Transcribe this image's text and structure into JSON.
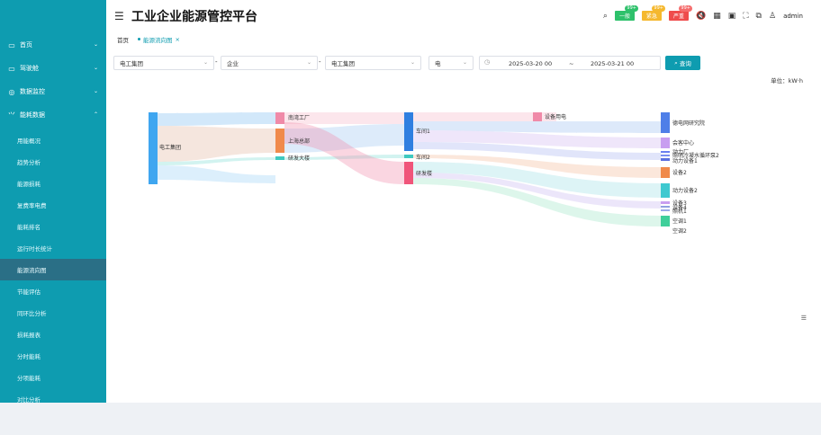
{
  "header": {
    "title": "工业企业能源管控平台",
    "user": "admin",
    "badges": [
      {
        "label": "一般",
        "count": "99+",
        "color": "#2ec16b"
      },
      {
        "label": "紧急",
        "count": "99+",
        "color": "#f5b82e"
      },
      {
        "label": "严重",
        "count": "99+",
        "color": "#ef4b4b"
      }
    ],
    "icons": [
      "search-icon",
      "mute-icon",
      "grid-icon",
      "image-icon",
      "fullscreen-icon",
      "translate-icon",
      "shirt-icon"
    ]
  },
  "tabs": {
    "home": "首页",
    "current": "能源流向图",
    "close": "×"
  },
  "sidebar": {
    "top_items": [
      {
        "label": "首页",
        "icon": "monitor-icon"
      },
      {
        "label": "驾驶舱",
        "icon": "screen-icon"
      },
      {
        "label": "数据监控",
        "icon": "target-icon"
      },
      {
        "label": "能耗数据",
        "icon": "chart-icon"
      }
    ],
    "sub_items": [
      "用能概况",
      "趋势分析",
      "能源损耗",
      "复费率电费",
      "能耗排名",
      "运行时长统计",
      "能源流向图",
      "节能评估",
      "同环比分析",
      "损耗报表",
      "分时能耗",
      "分项能耗",
      "对比分析"
    ]
  },
  "filters": {
    "group": "电工集团",
    "type": "企业",
    "unit": "电工集团",
    "energy": "电",
    "start": "2025-03-20 00",
    "tilde": "~",
    "end": "2025-03-21 00",
    "search": "查询",
    "dash": "-"
  },
  "unit_label": "单位：kW·h",
  "chart_data": {
    "type": "sankey",
    "nodes": [
      {
        "name": "电工集团",
        "color": "#3fa6f0"
      },
      {
        "name": "南湾工厂",
        "color": "#f08aa8"
      },
      {
        "name": "上海总部",
        "color": "#f08a4b"
      },
      {
        "name": "研发大楼",
        "color": "#3fc9c0"
      },
      {
        "name": "车间1",
        "color": "#2f7fe0"
      },
      {
        "name": "车间2",
        "color": "#3fc9c0"
      },
      {
        "name": "研发楼",
        "color": "#f0557a"
      },
      {
        "name": "设备用电",
        "color": "#f08aa8"
      },
      {
        "name": "德电网研究院",
        "color": "#4f7fe8"
      },
      {
        "name": "会客中心",
        "color": "#c89ef0"
      },
      {
        "name": "动力厂",
        "color": "#6a7ff0"
      },
      {
        "name": "照明冷凝水循环泵2",
        "color": "#7a8ff0"
      },
      {
        "name": "动力设备1",
        "color": "#5a6fe0"
      },
      {
        "name": "设备2",
        "color": "#f08a4b"
      },
      {
        "name": "动力设备2",
        "color": "#3fc9d0"
      },
      {
        "name": "设备3",
        "color": "#c89ef0"
      },
      {
        "name": "设备4",
        "color": "#8fa0e0"
      },
      {
        "name": "照机1",
        "color": "#9aaae8"
      },
      {
        "name": "空调1",
        "color": "#3fcf9a"
      },
      {
        "name": "空调2",
        "color": "#3fcf9a"
      }
    ]
  }
}
